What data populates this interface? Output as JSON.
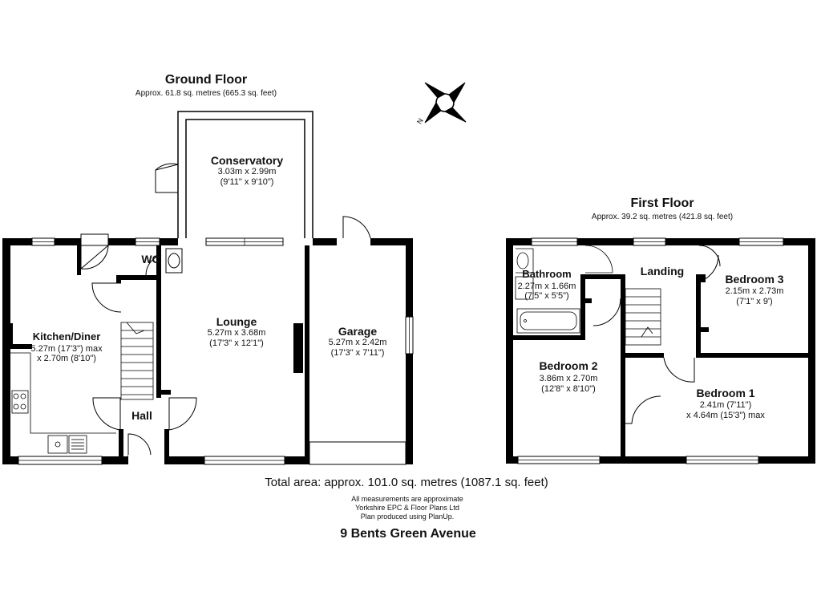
{
  "ground_floor": {
    "title": "Ground Floor",
    "area": "Approx. 61.8 sq. metres (665.3 sq. feet)",
    "rooms": {
      "conservatory": {
        "name": "Conservatory",
        "dim1": "3.03m x 2.99m",
        "dim2": "(9'11\" x 9'10\")"
      },
      "wc": {
        "name": "WC"
      },
      "kitchen": {
        "name": "Kitchen/Diner",
        "dim1": "5.27m (17'3\") max",
        "dim2": "x 2.70m (8'10\")"
      },
      "lounge": {
        "name": "Lounge",
        "dim1": "5.27m x 3.68m",
        "dim2": "(17'3\" x 12'1\")"
      },
      "garage": {
        "name": "Garage",
        "dim1": "5.27m x 2.42m",
        "dim2": "(17'3\" x 7'11\")"
      },
      "hall": {
        "name": "Hall"
      }
    }
  },
  "first_floor": {
    "title": "First Floor",
    "area": "Approx. 39.2 sq. metres (421.8 sq. feet)",
    "rooms": {
      "bathroom": {
        "name": "Bathroom",
        "dim1": "2.27m x 1.66m",
        "dim2": "(7'5\" x 5'5\")"
      },
      "landing": {
        "name": "Landing"
      },
      "bedroom3": {
        "name": "Bedroom 3",
        "dim1": "2.15m x 2.73m",
        "dim2": "(7'1\" x 9')"
      },
      "bedroom2": {
        "name": "Bedroom 2",
        "dim1": "3.86m x 2.70m",
        "dim2": "(12'8\" x 8'10\")"
      },
      "bedroom1": {
        "name": "Bedroom 1",
        "dim1": "2.41m (7'11\")",
        "dim2": "x 4.64m (15'3\") max"
      }
    }
  },
  "compass": {
    "label": "N",
    "icon": "compass-north-icon"
  },
  "footer": {
    "total": "Total area: approx. 101.0 sq. metres (1087.1 sq. feet)",
    "note1": "All measurements are approximate",
    "note2": "Yorkshire EPC & Floor Plans  Ltd",
    "note3": "Plan produced using PlanUp.",
    "address": "9 Bents Green Avenue"
  },
  "colors": {
    "wall": "#000000",
    "fixture": "#777777",
    "background": "#ffffff"
  }
}
